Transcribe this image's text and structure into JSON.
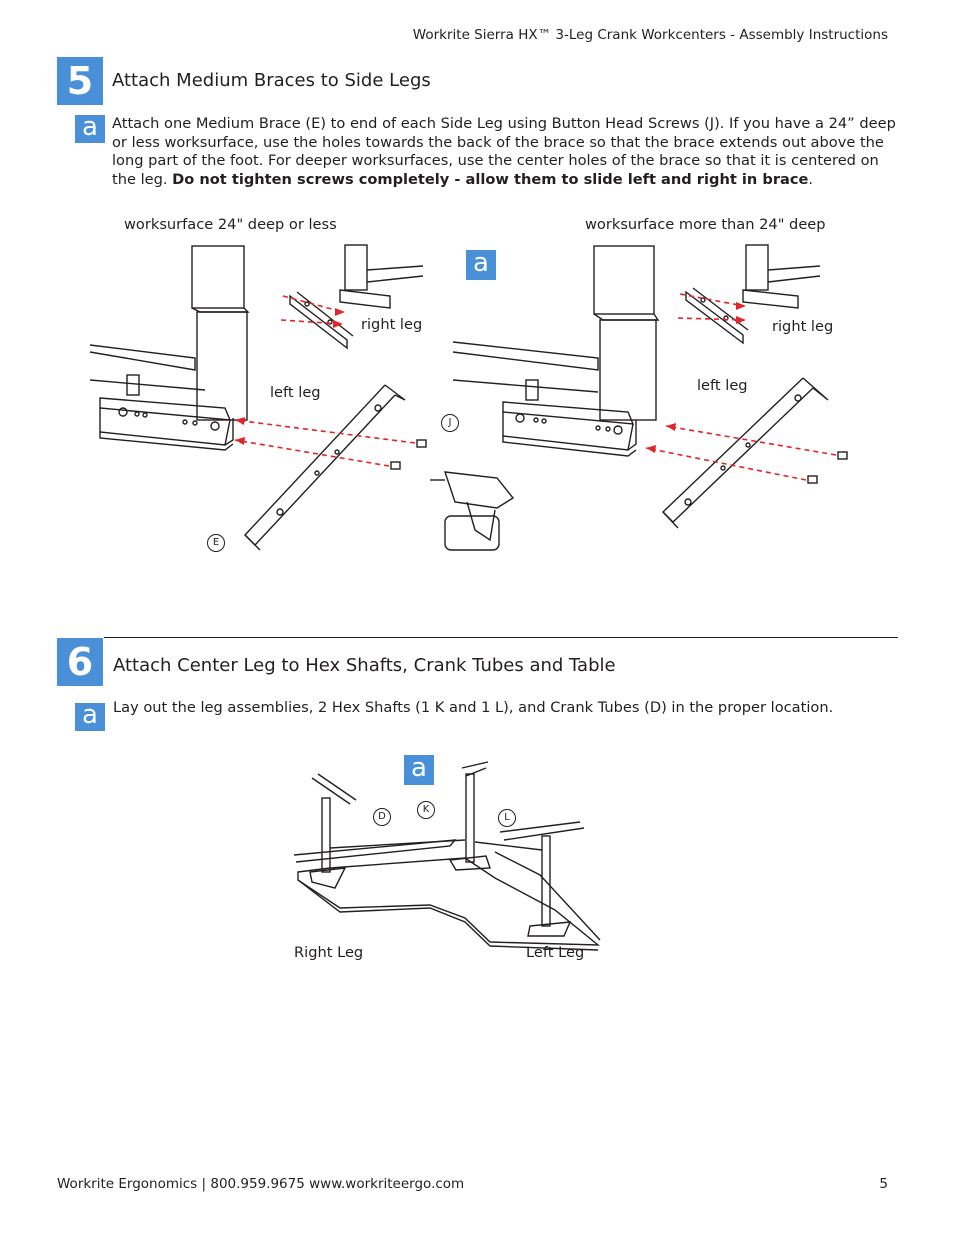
{
  "header": {
    "title": "Workrite Sierra HX™ 3-Leg Crank Workcenters - Assembly Instructions"
  },
  "step5": {
    "number": "5",
    "title": "Attach Medium Braces to Side Legs",
    "sub_label": "a",
    "text_plain": "Attach one Medium Brace (E) to end of each Side Leg using Button Head Screws (J). If you have a 24” deep or less worksurface, use the holes towards the back of the brace so that the brace extends out above the long part of the foot. For deeper worksurfaces, use the center holes of the brace so that it is centered on the leg. ",
    "text_bold": "Do not tighten screws completely - allow them to slide left and right in brace",
    "text_end": ".",
    "caption_left": "worksurface 24\" deep or less",
    "caption_right": "worksurface more than 24\" deep",
    "fig_badge": "a",
    "labels": {
      "right_leg_1": "right leg",
      "left_leg_1": "left leg",
      "right_leg_2": "right leg",
      "left_leg_2": "left leg",
      "callout_j": "J",
      "callout_e": "E"
    }
  },
  "step6": {
    "number": "6",
    "title": "Attach Center Leg  to Hex Shafts, Crank Tubes and Table",
    "sub_label": "a",
    "text": "Lay out the leg assemblies, 2 Hex Shafts (1 K and 1 L), and Crank Tubes (D) in the proper location.",
    "fig_badge": "a",
    "labels": {
      "callout_d": "D",
      "callout_k": "K",
      "callout_l": "L",
      "right_leg": "Right Leg",
      "left_leg": "Left Leg"
    }
  },
  "footer": {
    "left": "Workrite Ergonomics  |  800.959.9675  www.workriteergo.com",
    "page": "5"
  },
  "colors": {
    "accent": "#4a90d9",
    "arrow": "#e0262b",
    "ink": "#231f20"
  }
}
